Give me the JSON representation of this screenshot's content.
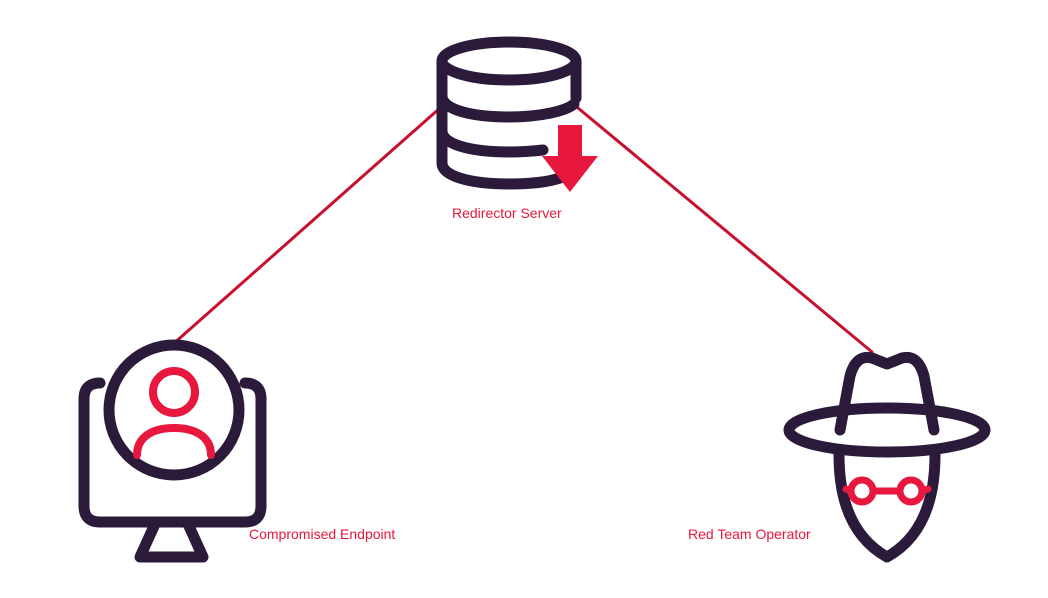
{
  "colors": {
    "connection_line": "#c8102e",
    "icon_outline": "#2b1a3a",
    "icon_accent": "#e8173d",
    "label_text": "#e8173d",
    "background": "#ffffff"
  },
  "nodes": {
    "redirector": {
      "label": "Redirector Server",
      "icon": "database-download-icon"
    },
    "endpoint": {
      "label": "Compromised Endpoint",
      "icon": "monitor-user-icon"
    },
    "operator": {
      "label": "Red Team Operator",
      "icon": "spy-hat-icon"
    }
  },
  "connections": [
    {
      "from": "redirector",
      "to": "endpoint"
    },
    {
      "from": "redirector",
      "to": "operator"
    }
  ]
}
